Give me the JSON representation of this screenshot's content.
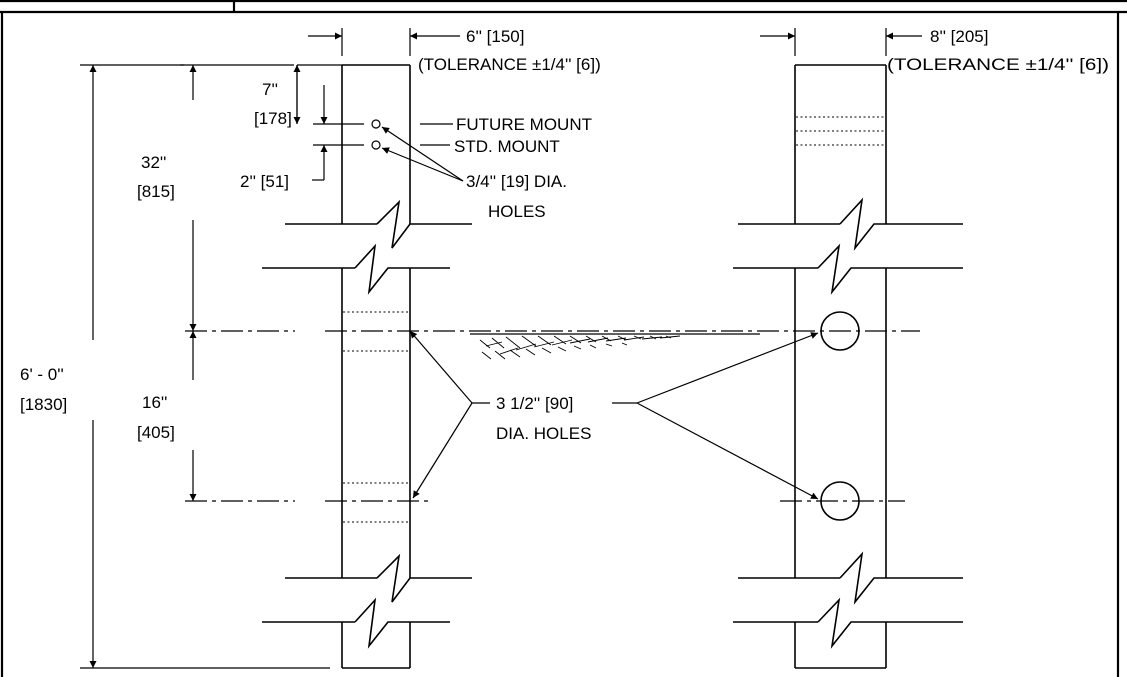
{
  "labels": {
    "left_width_value": "6'' [150]",
    "left_width_tolerance": "(TOLERANCE ±1/4'' [6])",
    "right_width_value": "8'' [205]",
    "right_width_tolerance": "(TOLERANCE ±1/4'' [6])",
    "dim_7_in": "7''",
    "dim_7_mm": "[178]",
    "dim_2": "2'' [51]",
    "future_mount": "FUTURE MOUNT",
    "std_mount": "STD. MOUNT",
    "small_holes_line1": "3/4'' [19] DIA.",
    "small_holes_line2": "HOLES",
    "dim_32_in": "32''",
    "dim_32_mm": "[815]",
    "dim_16_in": "16''",
    "dim_16_mm": "[405]",
    "dim_6ft_in": "6' - 0''",
    "dim_6ft_mm": "[1830]",
    "large_holes_line1": "3 1/2'' [90]",
    "large_holes_line2": "DIA. HOLES"
  }
}
